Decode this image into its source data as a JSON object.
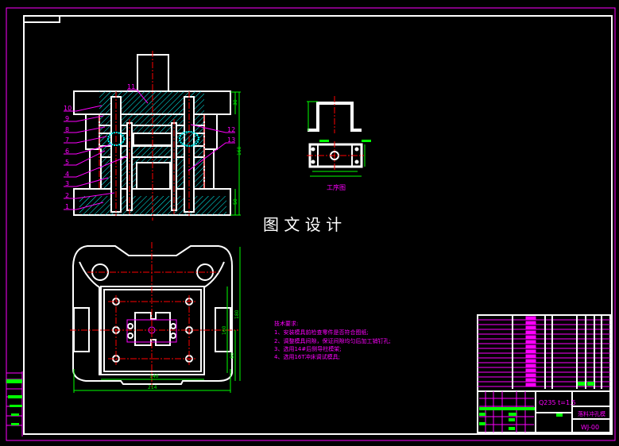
{
  "drawing": {
    "center_title": "图 文 设 计",
    "process_view_label": "工序图",
    "part_numbers": [
      "1",
      "2",
      "3",
      "4",
      "5",
      "6",
      "7",
      "8",
      "9",
      "10",
      "11",
      "12",
      "13"
    ],
    "dimensions": {
      "section_total_height": "160",
      "section_top_plate": "30",
      "section_bottom_plate": "50",
      "plan_width": "214",
      "plan_inner_width": "140",
      "plan_height": "180",
      "plan_inner_height": "160",
      "plan_offset": "80"
    },
    "tech_requirements": {
      "title": "技术要求:",
      "items": [
        "1、安装模具前检查零件是否符合图纸;",
        "2、调整模具间隙，保证间隙均匀后加工销钉孔;",
        "3、选用14#后侧导柱模架;",
        "4、选用16T冲床调试模具;"
      ]
    },
    "title_block": {
      "material": "Q235 t=1.5",
      "drawing_name": "落料冲孔模",
      "drawing_number": "WJ-00"
    }
  },
  "colors": {
    "background": "#000000",
    "outline": "#ffffff",
    "border": "#ff00ff",
    "hatch": "#00ffff",
    "centerline": "#ff0000",
    "dimension": "#00ff00",
    "text": "#ff00ff"
  }
}
